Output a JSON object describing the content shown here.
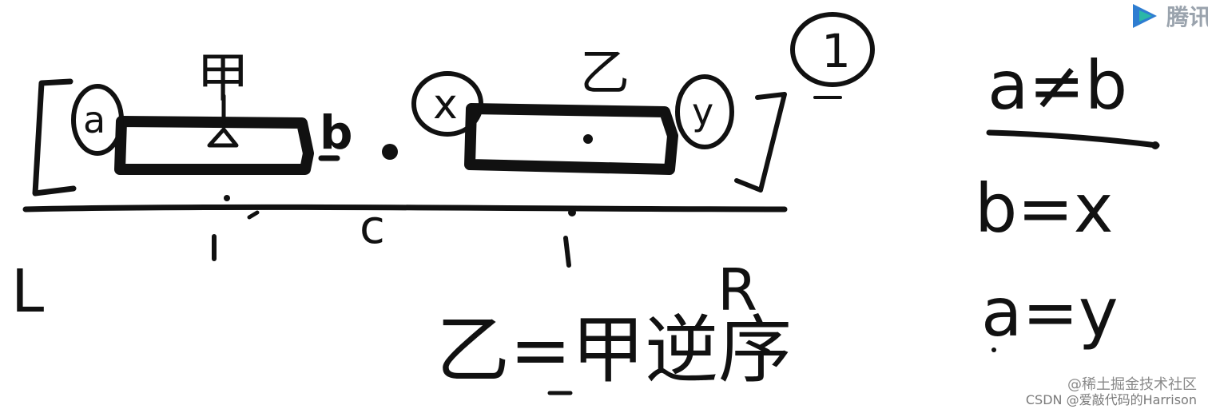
{
  "labels": {
    "jia": "甲",
    "yi": "乙",
    "circle_a": "a",
    "b_mark": "b",
    "circle_x": "x",
    "circle_y": "y",
    "circle_1": "1",
    "c": "c",
    "left": "L",
    "right": "R",
    "note": "乙=甲逆序"
  },
  "equations": {
    "line1": "a≠b",
    "line2": "b=x",
    "line3": "a=y"
  },
  "watermarks": {
    "top_logo_text": "腾讯",
    "juejin": "@稀土掘金技术社区",
    "csdn": "CSDN @爱敲代码的Harrison"
  },
  "colors": {
    "ink": "#111111",
    "watermark": "#8a8a8a",
    "logo_primary": "#2e7dd1",
    "logo_secondary": "#2bb7a8"
  }
}
